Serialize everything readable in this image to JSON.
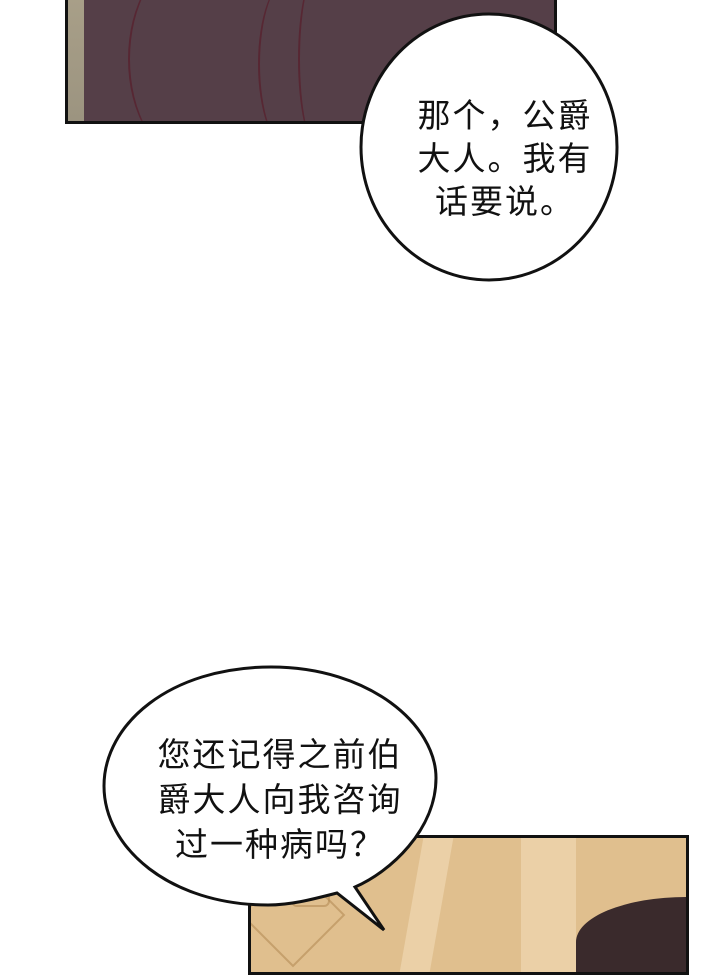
{
  "comic": {
    "panels": [
      {
        "id": "top",
        "description": "dark mauve clothing fabric close-up",
        "color": "#553f48"
      },
      {
        "id": "bottom",
        "description": "beige ornate armor/clothing close-up",
        "color": "#e0bf8e"
      }
    ],
    "bubbles": [
      {
        "id": "bubble-1",
        "text": "那个，公爵\n大人。我有\n话要说。"
      },
      {
        "id": "bubble-2",
        "text": "您还记得之前伯\n爵大人向我咨询\n过一种病吗？"
      }
    ]
  }
}
